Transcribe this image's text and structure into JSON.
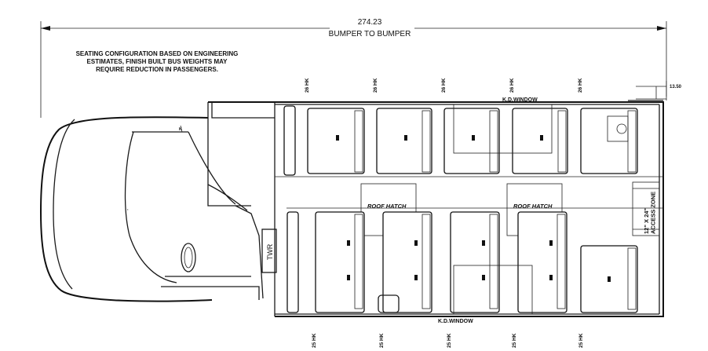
{
  "dimension": {
    "value": "274.23",
    "label": "BUMPER TO BUMPER",
    "side_offset": "13.50"
  },
  "note": [
    "SEATING CONFIGURATION BASED ON ENGINEERING",
    "ESTIMATES, FINISH BUILT BUS WEIGHTS MAY",
    "REQUIRE REDUCTION IN PASSENGERS."
  ],
  "top_hk": [
    "26 HK",
    "26 HK",
    "26 HK",
    "26 HK",
    "26 HK"
  ],
  "bottom_hk": [
    "25 HK",
    "25 HK",
    "25 HK",
    "25 HK",
    "25 HK"
  ],
  "kd_window_top": "K.D.WINDOW",
  "kd_window_bottom": "K.D.WINDOW",
  "roof_hatch": [
    "ROOF HATCH",
    "ROOF HATCH"
  ],
  "twr": "TWR",
  "access_zone": "12\" X 24\"\nACCESS ZONE"
}
